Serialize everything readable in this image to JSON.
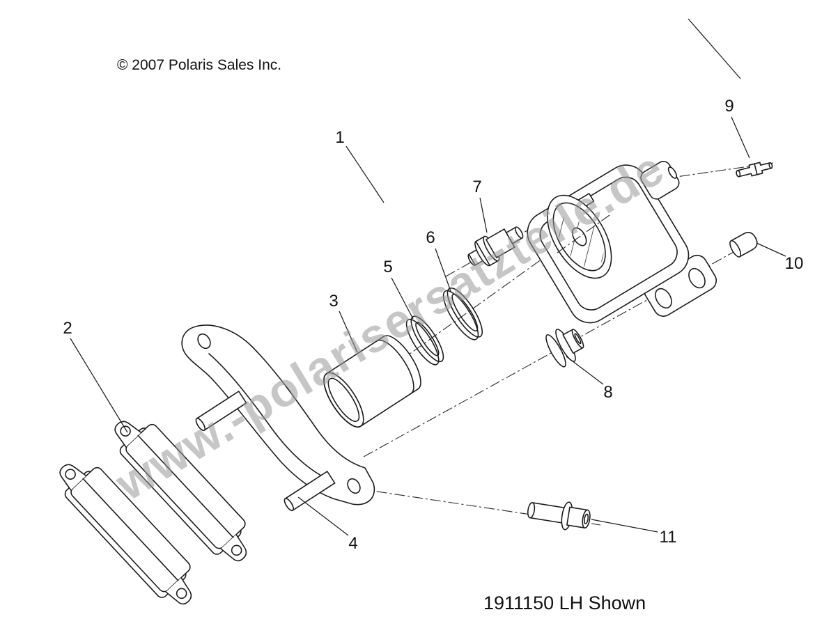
{
  "diagram": {
    "copyright": "© 2007 Polaris Sales Inc.",
    "caption": "1911150 LH Shown",
    "watermark": "www.-polarisersatzteile.de"
  },
  "callouts": [
    {
      "label": "1"
    },
    {
      "label": "2"
    },
    {
      "label": "3"
    },
    {
      "label": "4"
    },
    {
      "label": "5"
    },
    {
      "label": "6"
    },
    {
      "label": "7"
    },
    {
      "label": "8"
    },
    {
      "label": "9"
    },
    {
      "label": "10"
    },
    {
      "label": "11"
    }
  ],
  "colors": {
    "line": "#1c1c1c",
    "watermark_gray": "#999999",
    "background": "#ffffff"
  }
}
